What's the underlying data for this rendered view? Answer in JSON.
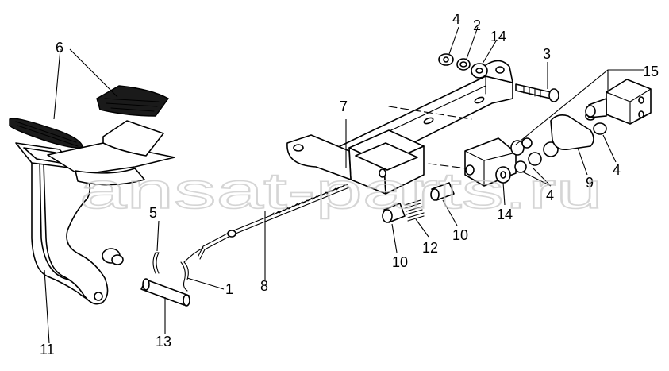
{
  "watermark": "ansat-parts.ru",
  "callouts": {
    "c1": "1",
    "c2": "2",
    "c3": "3",
    "c4a": "4",
    "c4b": "4",
    "c4c": "4",
    "c5": "5",
    "c6": "6",
    "c7": "7",
    "c8": "8",
    "c9": "9",
    "c10a": "10",
    "c10b": "10",
    "c11": "11",
    "c12": "12",
    "c13": "13",
    "c14a": "14",
    "c14b": "14",
    "c15": "15"
  }
}
